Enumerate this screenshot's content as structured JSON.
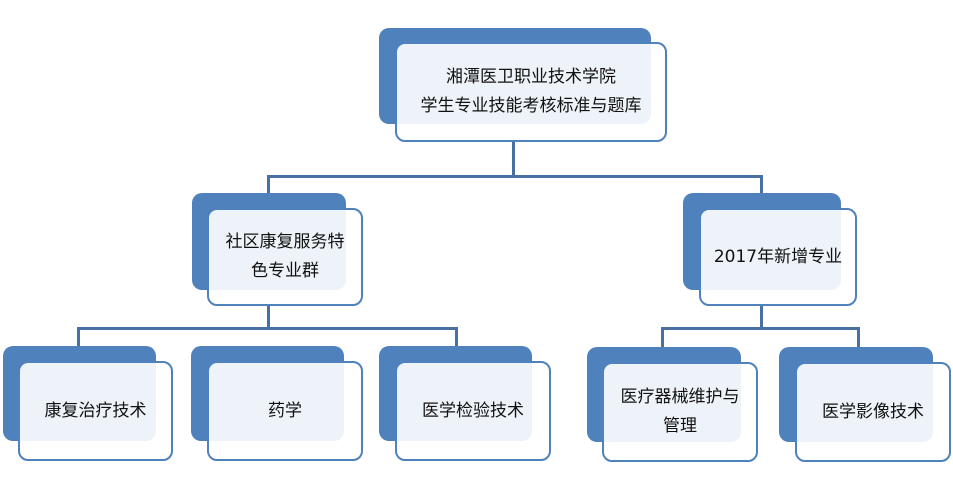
{
  "colors": {
    "accent": "#4f81bd",
    "box_fill": "#eef2f8",
    "connector": "#4a6fa5"
  },
  "root": {
    "line1": "湘潭医卫职业技术学院",
    "line2": "学生专业技能考核标准与题库"
  },
  "groups": [
    {
      "label": "社区康复服务特色专业群",
      "children": [
        "康复治疗技术",
        "药学",
        "医学检验技术"
      ]
    },
    {
      "label": "2017年新增专业",
      "children": [
        "医疗器械维护与管理",
        "医学影像技术"
      ]
    }
  ]
}
